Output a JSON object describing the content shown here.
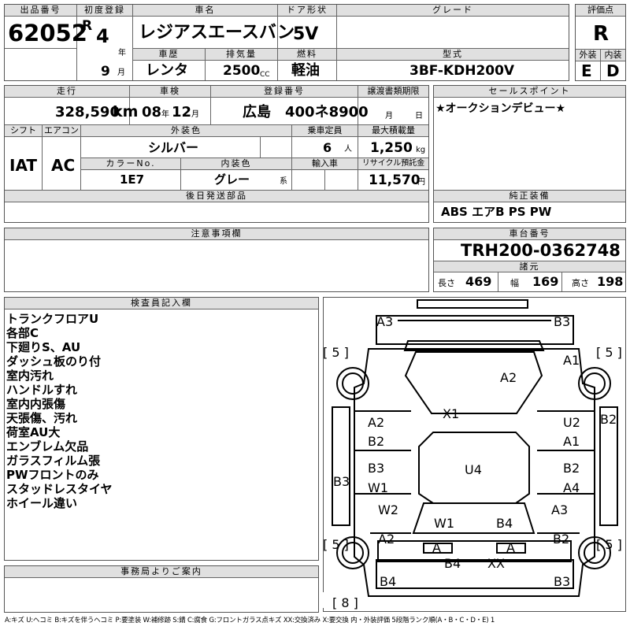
{
  "header": {
    "lot_label": "出品番号",
    "lot_no": "62052",
    "first_reg_label": "初度登録",
    "era": "R",
    "year": "4",
    "year_unit": "年",
    "month": "9",
    "month_unit": "月",
    "car_name_label": "車名",
    "car_name": "レジアスエースバン",
    "door_label": "ドア形状",
    "door": "5V",
    "grade_label": "グレード",
    "grade": "",
    "score_label": "評価点",
    "score": "R",
    "history_label": "車歴",
    "history": "レンタ",
    "displacement_label": "排気量",
    "displacement": "2500",
    "cc": "CC",
    "fuel_label": "燃料",
    "fuel": "軽油",
    "model_label": "型式",
    "model": "3BF-KDH200V",
    "exterior_label": "外装",
    "exterior": "E",
    "interior_label": "内装",
    "interior": "D"
  },
  "row2": {
    "mileage_label": "走行",
    "mileage": "328,590",
    "mileage_unit": "km",
    "inspection_label": "車検",
    "insp_year": "08",
    "insp_year_unit": "年",
    "insp_month": "12",
    "insp_month_unit": "月",
    "reg_label": "登録番号",
    "reg_region": "広島",
    "reg_number": "400ネ8900",
    "transfer_label": "譲渡書類期限",
    "transfer_month_unit": "月",
    "transfer_day_unit": "日",
    "shift_label": "シフト",
    "shift": "IAT",
    "ac_label": "エアコン",
    "ac": "AC",
    "color_label": "外装色",
    "color": "シルバー",
    "seats_label": "乗車定員",
    "seats": "6",
    "seats_unit": "人",
    "load_label": "最大積載量",
    "load": "1,250",
    "load_unit": "kg",
    "color_no_label": "カラーNo.",
    "color_no": "1E7",
    "int_color_label": "内装色",
    "int_color": "グレー",
    "int_color_unit": "系",
    "import_label": "輸入車",
    "recycle_label": "リサイクル預託金",
    "recycle": "11,570",
    "recycle_unit": "円",
    "later_parts_label": "後日発送部品"
  },
  "sales_point": {
    "label": "セールスポイント",
    "text": "★オークションデビュー★"
  },
  "equipment": {
    "label": "純正装備",
    "text": "ABS エアB PS PW"
  },
  "caution": {
    "label": "注意事項欄"
  },
  "chassis": {
    "label": "車台番号",
    "number": "TRH200-0362748",
    "specs_label": "諸元",
    "length_label": "長さ",
    "length": "469",
    "width_label": "幅",
    "width": "169",
    "height_label": "高さ",
    "height": "198"
  },
  "inspector": {
    "label": "検査員記入欄",
    "notes": [
      "トランクフロアU",
      "各部C",
      "下廻りS、AU",
      "ダッシュ板のり付",
      "室内汚れ",
      "ハンドルすれ",
      "室内内張傷",
      "天張傷、汚れ",
      "荷室AU大",
      "エンブレム欠品",
      "ガラスフィルム張",
      "PWフロントのみ",
      "スタッドレスタイヤ",
      "ホイール違い"
    ]
  },
  "office": {
    "label": "事務局よりご案内"
  },
  "legend": "A:キズ U:ヘコミ B:キズを伴うヘコミ P:要塗装 W:補修跡 S:錆 C:腐食 G:フロントガラス点キズ XX:交換済み X:要交換 内・外装評価 5段階ランク順(A・B・C・D・E) 1",
  "diagram": {
    "front_left": "A3",
    "front_right": "B3",
    "tire_fl": "[ 5 ]",
    "tire_fr": "[ 5 ]",
    "tire_rl": "[ 5 ]",
    "tire_rr": "[ 5 ]",
    "spare": "[ 8 ]",
    "fr_fender": "A1",
    "hood": "A2",
    "windshield": "X1",
    "roof": "U4",
    "l_front_door_1": "A2",
    "l_front_door_2": "B2",
    "l_rear_door_1": "B3",
    "l_rear_door_2": "W1",
    "l_rocker": "B3",
    "l_rear_1": "W2",
    "l_rear_2": "A2",
    "r_front_door_1": "U2",
    "r_front_door_2": "A1",
    "r_rocker": "B2",
    "r_rear_door_1": "B2",
    "r_rear_door_2": "A4",
    "r_rear_1": "A3",
    "r_rear_2": "B2",
    "rear_glass_l": "W1",
    "rear_glass_r": "B4",
    "lamp_l": "A",
    "lamp_r": "A",
    "rear_1": "B4",
    "rear_2": "XX",
    "rear_left": "B4",
    "rear_right": "B3"
  }
}
